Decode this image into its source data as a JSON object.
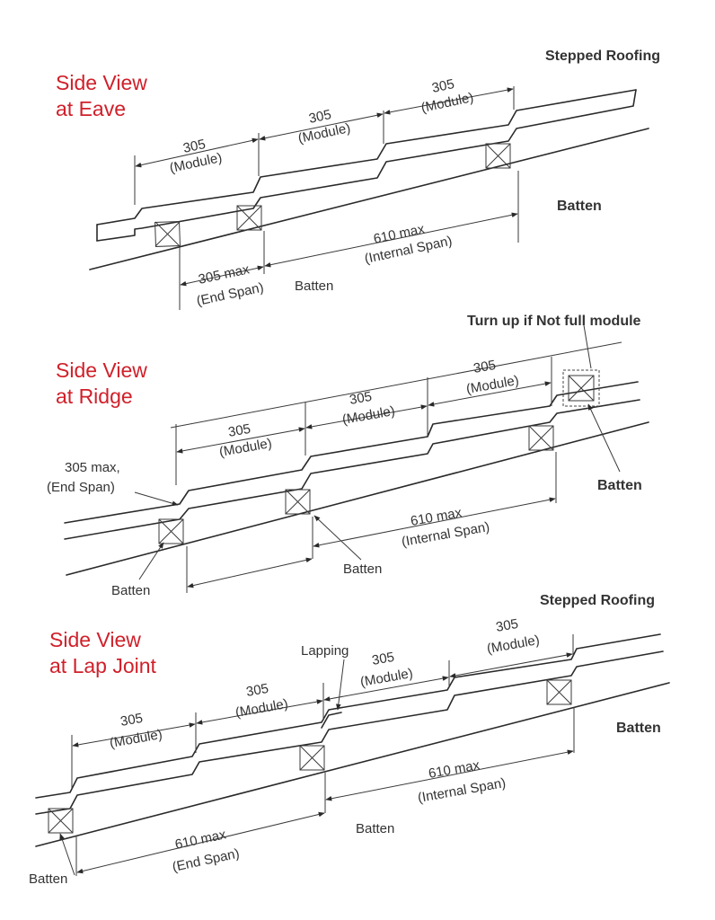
{
  "eave": {
    "title_1": "Side View",
    "title_2": "at Eave",
    "stepped_roofing": "Stepped Roofing",
    "batten_right": "Batten",
    "module_a_num": "305",
    "module_a_lbl": "(Module)",
    "module_b_num": "305",
    "module_b_lbl": "(Module)",
    "module_c_num": "305",
    "module_c_lbl": "(Module)",
    "internal_num": "610 max",
    "internal_lbl": "(Internal Span)",
    "end_num": "305 max",
    "end_lbl": "(End Span)",
    "batten_bottom": "Batten"
  },
  "ridge": {
    "title_1": "Side View",
    "title_2": "at Ridge",
    "turn_up": "Turn up if  Not full module",
    "module_a_num": "305",
    "module_a_lbl": "(Module)",
    "module_b_num": "305",
    "module_b_lbl": "(Module)",
    "module_c_num": "305",
    "module_c_lbl": "(Module)",
    "end_num": "305 max,",
    "end_lbl": "(End Span)",
    "batten_right": "Batten",
    "internal_num": "610 max",
    "internal_lbl": "(Internal Span)",
    "batten_mid": "Batten",
    "batten_left": "Batten"
  },
  "lap": {
    "title_1": "Side View",
    "title_2": "at Lap Joint",
    "stepped_roofing": "Stepped Roofing",
    "lapping": "Lapping",
    "module_a_num": "305",
    "module_a_lbl": "(Module)",
    "module_b_num": "305",
    "module_b_lbl": "(Module)",
    "module_c_num": "305",
    "module_c_lbl": "(Module)",
    "module_d_num": "305",
    "module_d_lbl": "(Module)",
    "batten_right": "Batten",
    "internal_num": "610 max",
    "internal_lbl": "(Internal Span)",
    "end_num": "610 max",
    "end_lbl": "(End Span)",
    "batten_mid": "Batten",
    "batten_left": "Batten"
  }
}
